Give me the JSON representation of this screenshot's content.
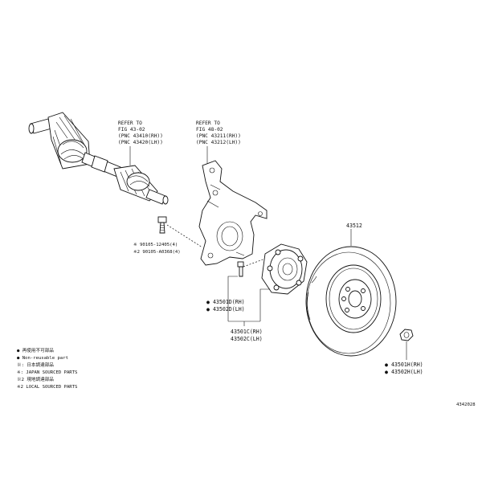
{
  "drive_shaft": {
    "refer": "REFER TO",
    "fig": "FIG 43-02",
    "pnc_rh": "(PNC 43410(RH))",
    "pnc_lh": "(PNC 43420(LH))"
  },
  "knuckle": {
    "refer": "REFER TO",
    "fig": "FIG 48-02",
    "pnc_rh": "(PNC 43211(RH))",
    "pnc_lh": "(PNC 43212(LH))"
  },
  "bolts": {
    "line1": "※ 90105-12405(4)",
    "line2": "※2 90105-A0368(4)"
  },
  "hub_seal": {
    "rh": "● 43501D(RH)",
    "lh": "● 43502D(LH)"
  },
  "hub_bearing": {
    "rh": "43501C(RH)",
    "lh": "43502C(LH)"
  },
  "rotor": {
    "part": "43512"
  },
  "nut": {
    "rh": "● 43501H(RH)",
    "lh": "● 43502H(LH)"
  },
  "legend": {
    "l1": "● 再使用不可部品",
    "l2": "● Non-reusable part",
    "l3": "※: 日本調達部品",
    "l4": "※: JAPAN SOURCED PARTS",
    "l5": "※2 現地調達部品",
    "l6": "※2 LOCAL SOURCED PARTS"
  },
  "figure_id": "4342028"
}
